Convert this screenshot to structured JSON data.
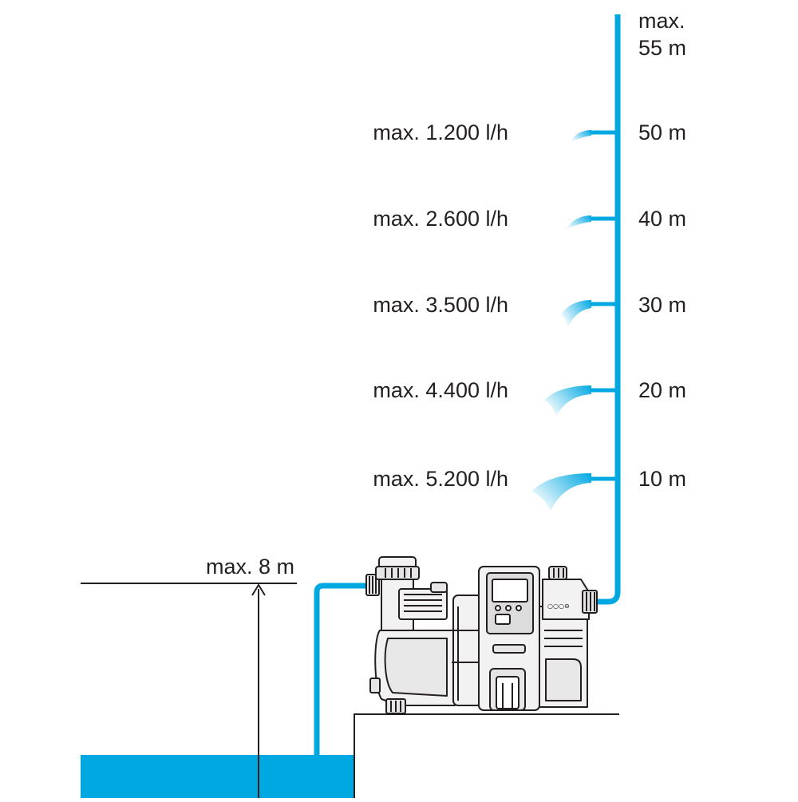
{
  "max_head": "max.\n55 m",
  "levels": [
    {
      "head": "50 m",
      "flow": "max. 1.200 l/h"
    },
    {
      "head": "40 m",
      "flow": "max. 2.600 l/h"
    },
    {
      "head": "30 m",
      "flow": "max. 3.500 l/h"
    },
    {
      "head": "20 m",
      "flow": "max. 4.400 l/h"
    },
    {
      "head": "10 m",
      "flow": "max. 5.200 l/h"
    }
  ],
  "suction": {
    "label": "max. 8 m"
  },
  "pump": {
    "icon": "pump-icon",
    "panel_glyph": "○○○⊖"
  },
  "colors": {
    "water": "#00a8e2",
    "line": "#231f20",
    "pump_fill": "#f2f2f2",
    "panel": "#dcdcdc"
  }
}
